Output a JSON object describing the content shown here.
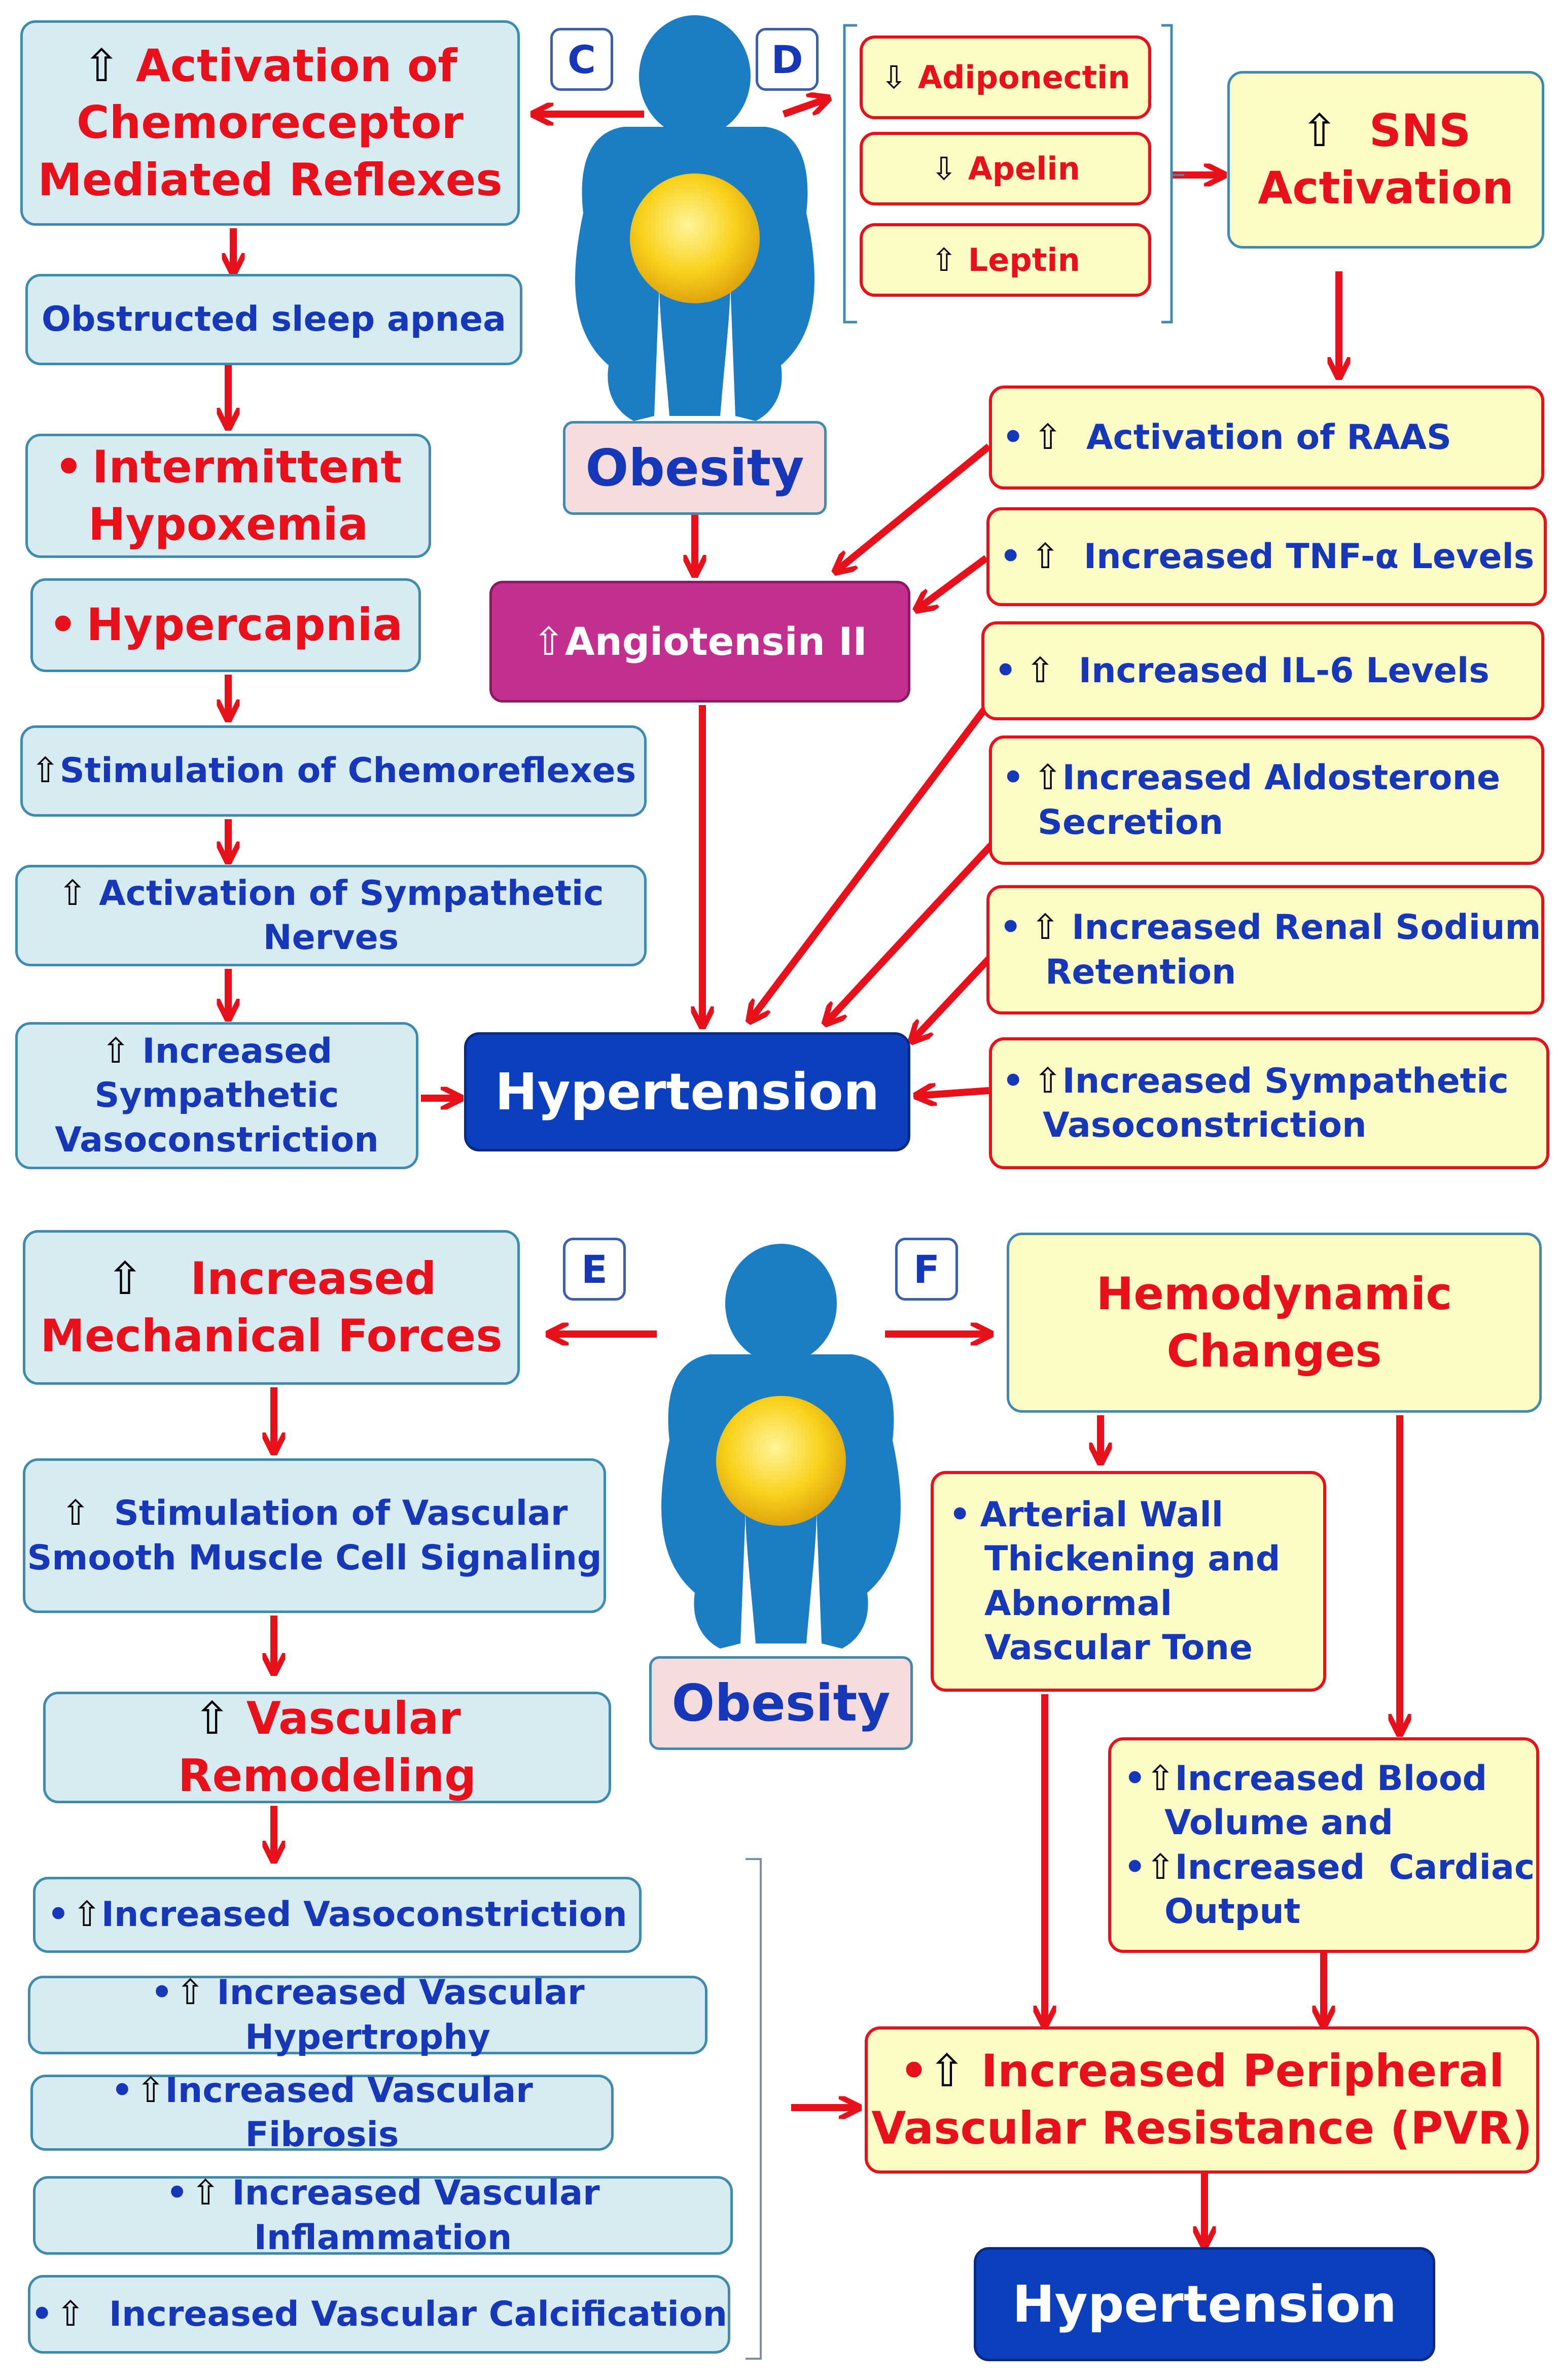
{
  "tags": {
    "c": "C",
    "d": "D",
    "e": "E",
    "f": "F"
  },
  "top": {
    "chemo_title": [
      "Activation of",
      "Chemoreceptor",
      "Mediated Reflexes"
    ],
    "osa": "Obstructed sleep apnea",
    "hypoxemia": [
      "Intermittent",
      "Hypoxemia"
    ],
    "hypercapnia": "Hypercapnia",
    "stim_chemo": "Stimulation of Chemoreflexes",
    "act_symp": [
      "Activation of Sympathetic",
      "Nerves"
    ],
    "inc_symp": [
      "Increased",
      "Sympathetic",
      "Vasoconstriction"
    ],
    "obesity": "Obesity",
    "angiotensin": "Angiotensin II",
    "hypertension": "Hypertension",
    "adiponectin": "Adiponectin",
    "apelin": "Apelin",
    "leptin": "Leptin",
    "sns": [
      "SNS",
      "Activation"
    ],
    "raas": "Activation of RAAS",
    "tnf": "Increased TNF-α Levels",
    "il6": "Increased IL-6 Levels",
    "aldo": [
      "Increased Aldosterone",
      "Secretion"
    ],
    "sodium": [
      "Increased Renal Sodium",
      "Retention"
    ],
    "symp_vaso": [
      "Increased Sympathetic",
      "Vasoconstriction"
    ]
  },
  "bottom": {
    "mech": [
      "Increased",
      "Mechanical Forces"
    ],
    "stim_vsmc": [
      "Stimulation of Vascular",
      "Smooth Muscle Cell Signaling"
    ],
    "remodel": "Vascular Remodeling",
    "vasocon": "Increased Vasoconstriction",
    "hypertrophy": "Increased Vascular Hypertrophy",
    "fibrosis": "Increased Vascular Fibrosis",
    "inflammation": "Increased Vascular Inflammation",
    "calcification": "Increased Vascular Calcification",
    "obesity": "Obesity",
    "hemo": [
      "Hemodynamic",
      "Changes"
    ],
    "arterial": [
      "Arterial Wall",
      "Thickening and",
      "Abnormal",
      "Vascular Tone"
    ],
    "blood_vol": [
      "Increased Blood",
      "Volume and"
    ],
    "cardiac": [
      "Increased  Cardiac",
      "Output"
    ],
    "pvr": [
      "Increased Peripheral",
      "Vascular Resistance (PVR)"
    ],
    "hypertension": "Hypertension"
  },
  "icons": {
    "up": "⇧",
    "down": "⇩",
    "bullet": "•"
  },
  "colors": {
    "red": "#e8101a",
    "blue": "#1537b8",
    "light_blue_fill": "#d7ebf3",
    "yellow_fill": "#fdfcc7",
    "navy": "#0b3fbe",
    "magenta": "#c22f8e",
    "pink_fill": "#f6dddd",
    "body_blue": "#1b7ec4",
    "fat_yellow": "#f9d21d"
  }
}
